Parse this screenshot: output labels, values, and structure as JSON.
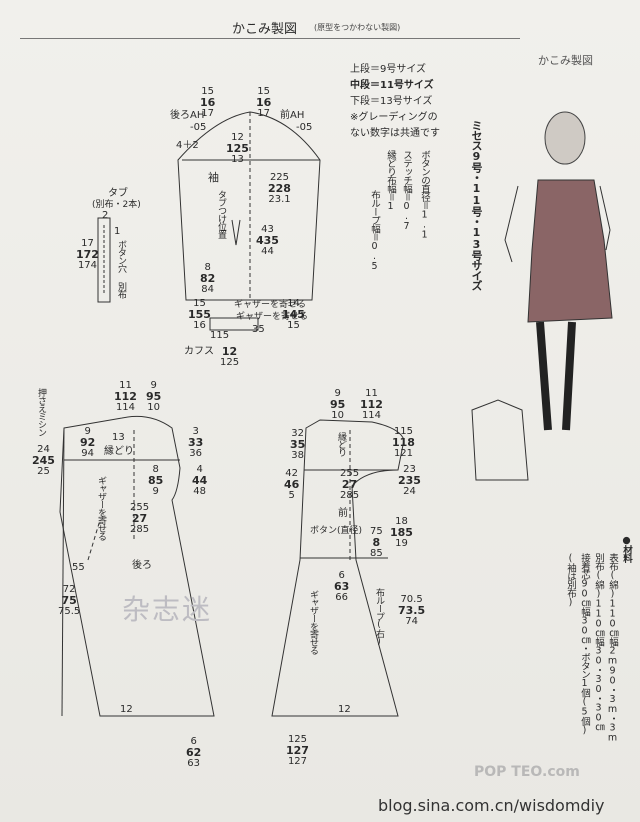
{
  "header": {
    "title": "かこみ製図",
    "subtitle": "(原型をつかわない製図)"
  },
  "corner_label": "かこみ製図",
  "legend": {
    "upper": "上段＝9号サイズ",
    "middle": "中段＝11号サイズ",
    "lower": "下段＝13号サイズ",
    "note1": "※グレーディングの",
    "note2": "ない数字は共通です"
  },
  "sizes_caption": "ミセス9号・11号・13号サイズ",
  "notes_buttons": "ボタンの直径＝1.1",
  "notes_stitch": "ステッチ幅＝0.7",
  "notes_hem": "縁どり布幅＝1",
  "notes_loop": "布ループ幅＝0.5",
  "materials": {
    "title": "●材料",
    "items": [
      "表布(綿)110㎝幅2m90・3m・3m",
      "別布(綿)110㎝幅30・30・30㎝",
      "接着芯90㎝幅30㎝・ボタン1個(5個)",
      "(袖は別布)"
    ]
  },
  "sleeve": {
    "label": "袖",
    "tab_note": "タブつけ位置",
    "back_ah": "後ろAH",
    "front_ah": "前AH",
    "back_ah_val": "-05",
    "front_ah_val": "-05",
    "top_dims": [
      [
        "15",
        "16",
        "17"
      ],
      [
        "15",
        "16",
        "17"
      ]
    ],
    "cap": [
      "12",
      "125",
      "13"
    ],
    "length": [
      "225",
      "228",
      "23.1"
    ],
    "tab_pos": [
      "43",
      "435",
      "44"
    ],
    "hem_left": [
      "8",
      "82",
      "84"
    ],
    "hem_right": [
      "14",
      "145",
      "15"
    ],
    "bottom_left": [
      "15",
      "155",
      "16"
    ],
    "gather": "ギャザーを寄せる",
    "a2": "4＋2"
  },
  "tab": {
    "title": "タブ",
    "note": "(別布・2本)",
    "dims": [
      "17",
      "172",
      "174"
    ],
    "two": "2",
    "one": "1",
    "btn": "ボタン穴",
    "other": "別布"
  },
  "cuff": {
    "label": "カフス",
    "dims": [
      "115",
      "35"
    ],
    "w": [
      "12",
      "125"
    ],
    "gather": "ギャザーを寄せる"
  },
  "back": {
    "label": "後ろ",
    "top": [
      "11",
      "112",
      "114"
    ],
    "top2": [
      "9",
      "95",
      "10"
    ],
    "hem_band": "縁どり",
    "neck": [
      "13",
      "13"
    ],
    "side_right": [
      "3",
      "33",
      "36"
    ],
    "left1": [
      "9",
      "92",
      "94"
    ],
    "left2": [
      "24",
      "245",
      "25"
    ],
    "left_lbl": "押さえミシン",
    "mid": [
      "8",
      "85",
      "9"
    ],
    "arm": [
      "4",
      "44",
      "48"
    ],
    "yoke": [
      "255",
      "27",
      "285"
    ],
    "gather": "ギャザーを寄せる",
    "length": [
      "72",
      "75",
      "75.5"
    ],
    "side55": "55",
    "hem": "12",
    "bottom": [
      "6",
      "62",
      "63"
    ]
  },
  "front": {
    "label": "前",
    "top": [
      "9",
      "95",
      "10"
    ],
    "top2": [
      "11",
      "112",
      "114"
    ],
    "hem_band": "縁どり",
    "left1": [
      "32",
      "35",
      "38"
    ],
    "right1": [
      "115",
      "118",
      "121"
    ],
    "armhole": [
      "42",
      "46",
      "5"
    ],
    "yoke": [
      "255",
      "27",
      "285"
    ],
    "side": [
      "23",
      "235",
      "24"
    ],
    "btn": "ボタン(直径)",
    "b75": [
      "75",
      "8",
      "85"
    ],
    "b18": [
      "18",
      "185",
      "19"
    ],
    "m6": [
      "6",
      "63",
      "66"
    ],
    "loop": "布ループ(右)",
    "gather": "ギャザーを寄せる",
    "length": [
      "70.5",
      "73.5",
      "74"
    ],
    "hem": "12",
    "bottom": [
      "125",
      "127",
      "127"
    ]
  },
  "watermark": "杂志迷",
  "logo": "POP TEO.com",
  "credit": "blog.sina.com.cn/wisdomdiy"
}
